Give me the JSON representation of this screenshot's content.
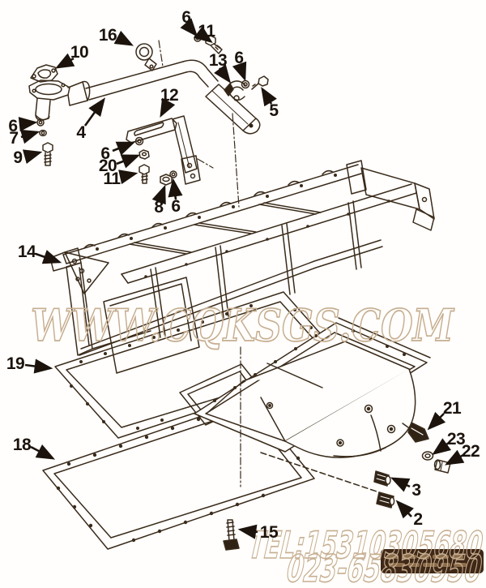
{
  "figure": {
    "kind": "exploded-parts-line-drawing"
  },
  "watermarks": {
    "center": "WWW.CQKSGS.COM",
    "tel": "TEL:15310305680",
    "phone": "023-65830950"
  },
  "colors": {
    "line": "#3a2b1b",
    "dark_fill": "#302315",
    "label": "#1b130c",
    "watermark_outline": "#c6ae90",
    "stamp_background": "#3f2817",
    "stamp_marks": "#9a7a55",
    "background": "#fffefc"
  },
  "callouts": [
    {
      "id": "c1",
      "label": "6"
    },
    {
      "id": "c2",
      "label": "11"
    },
    {
      "id": "c3",
      "label": "16"
    },
    {
      "id": "c4",
      "label": "10"
    },
    {
      "id": "c5",
      "label": "13"
    },
    {
      "id": "c6",
      "label": "6"
    },
    {
      "id": "c7",
      "label": "5"
    },
    {
      "id": "c8",
      "label": "12"
    },
    {
      "id": "c9",
      "label": "4"
    },
    {
      "id": "c10",
      "label": "6"
    },
    {
      "id": "c11",
      "label": "7"
    },
    {
      "id": "c12",
      "label": "9"
    },
    {
      "id": "c13",
      "label": "6"
    },
    {
      "id": "c14",
      "label": "20"
    },
    {
      "id": "c15",
      "label": "11"
    },
    {
      "id": "c16",
      "label": "8"
    },
    {
      "id": "c17",
      "label": "6"
    },
    {
      "id": "c18",
      "label": "14"
    },
    {
      "id": "c19",
      "label": "19"
    },
    {
      "id": "c20",
      "label": "18"
    },
    {
      "id": "c21",
      "label": "21"
    },
    {
      "id": "c22",
      "label": "23"
    },
    {
      "id": "c23",
      "label": "22"
    },
    {
      "id": "c24",
      "label": "3"
    },
    {
      "id": "c25",
      "label": "2"
    },
    {
      "id": "c26",
      "label": "15"
    }
  ]
}
